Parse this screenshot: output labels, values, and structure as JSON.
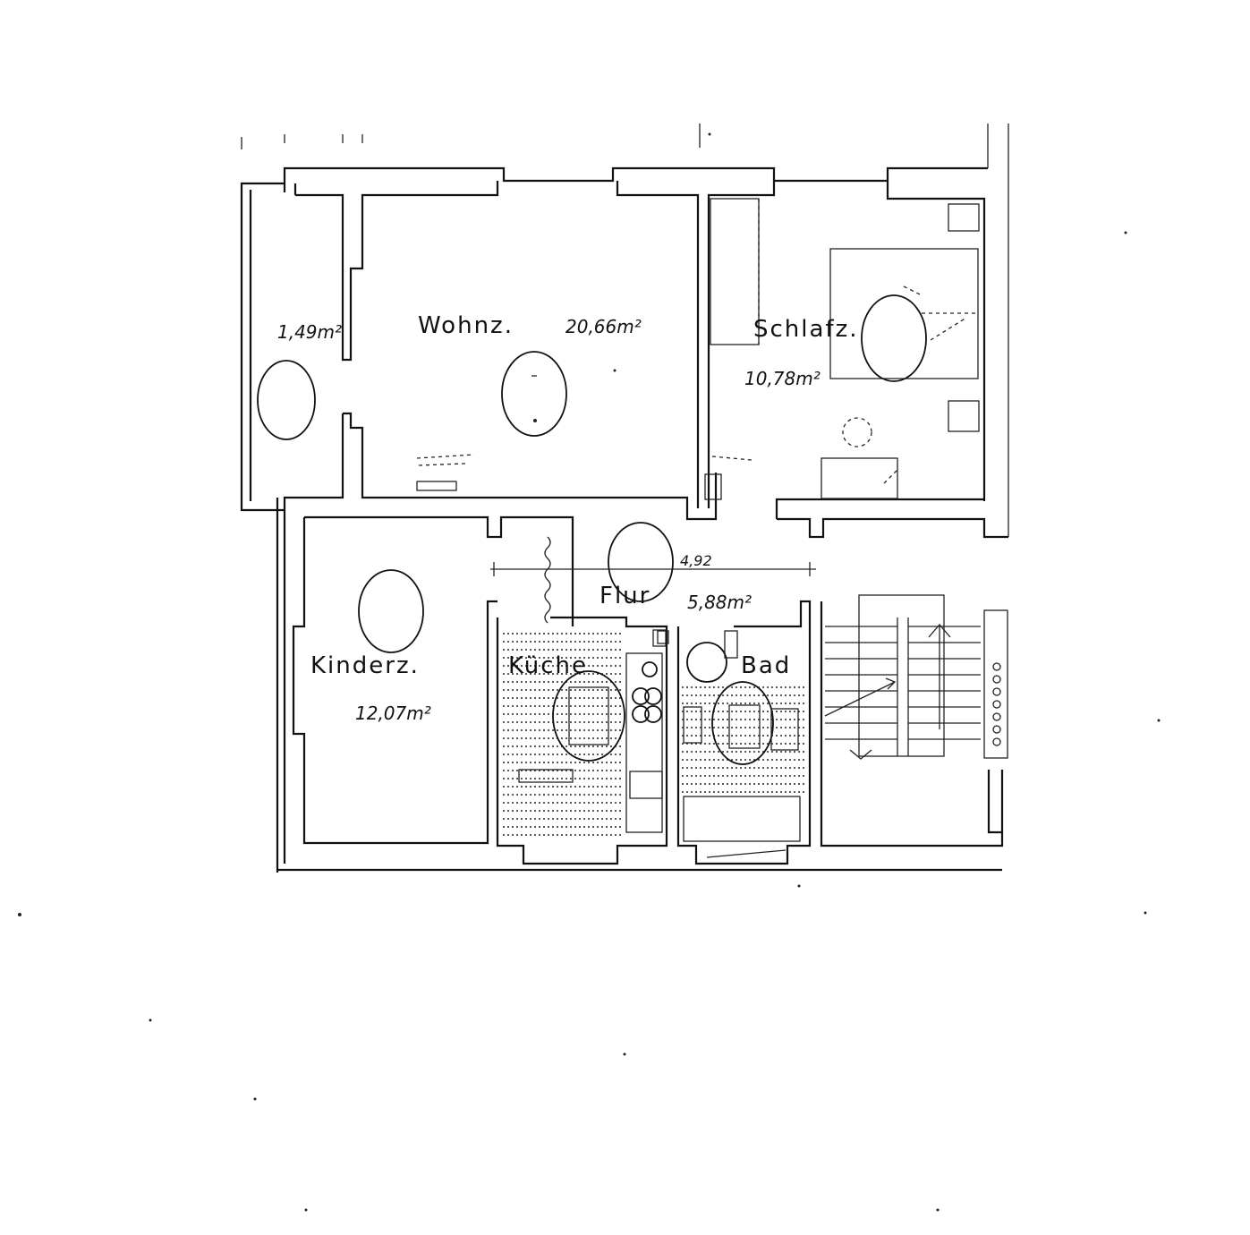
{
  "rooms": {
    "wohnz": {
      "name": "Wohnz.",
      "area": "20,66m²"
    },
    "schlafz": {
      "name": "Schlafz.",
      "area": "10,78m²"
    },
    "kinderz": {
      "name": "Kinderz.",
      "area": "12,07m²"
    },
    "flur": {
      "name": "Flur",
      "area": "5,88m²"
    },
    "kueche": {
      "name": "Küche"
    },
    "bad": {
      "name": "Bad"
    },
    "balkon": {
      "area": "1,49m²"
    }
  },
  "dimensions": {
    "flur_width": "4,92"
  }
}
